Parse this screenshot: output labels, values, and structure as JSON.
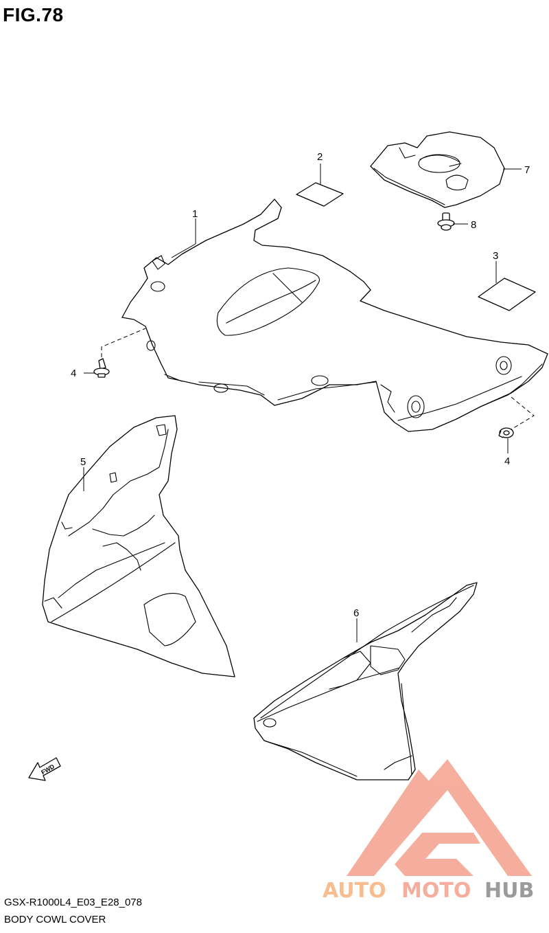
{
  "figure": {
    "title": "FIG.78",
    "model_code": "GSX-R1000L4_E03_E28_078",
    "subtitle": "BODY COWL COVER"
  },
  "callouts": [
    {
      "id": "1",
      "label": "1"
    },
    {
      "id": "2",
      "label": "2"
    },
    {
      "id": "3",
      "label": "3"
    },
    {
      "id": "4a",
      "label": "4"
    },
    {
      "id": "4b",
      "label": "4"
    },
    {
      "id": "5",
      "label": "5"
    },
    {
      "id": "6",
      "label": "6"
    },
    {
      "id": "7",
      "label": "7"
    },
    {
      "id": "8",
      "label": "8"
    }
  ],
  "direction_arrow": {
    "label": "FWD"
  },
  "watermark": {
    "text_part1": "AUTO",
    "text_part2": "MOTO",
    "text_part3": "HUB",
    "color_primary": "#f4a08c",
    "color_secondary": "#f7b27c",
    "color_dark": "#8a8a8a"
  }
}
